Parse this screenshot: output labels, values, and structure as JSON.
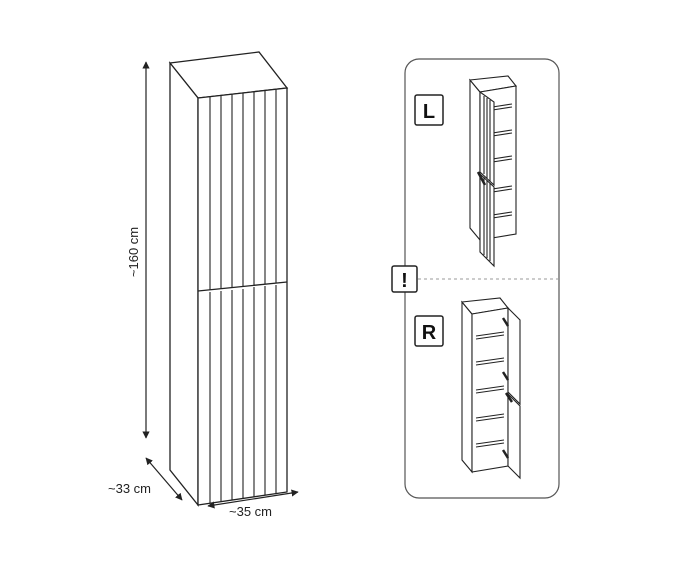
{
  "dimensions": {
    "height": "~160 cm",
    "depth": "~33 cm",
    "width": "~35 cm"
  },
  "variants": {
    "left": "L",
    "right": "R",
    "notice": "!"
  },
  "colors": {
    "line": "#222222",
    "panel_border": "#555555",
    "divider": "#999999"
  }
}
